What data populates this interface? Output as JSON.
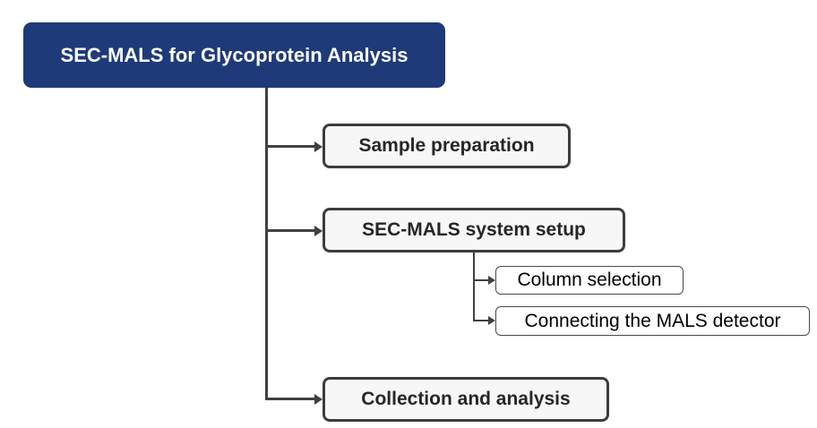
{
  "mindmap": {
    "root": {
      "label": "SEC-MALS for Glycoprotein Analysis",
      "children": [
        {
          "label": "Sample preparation",
          "children": []
        },
        {
          "label": "SEC-MALS system setup",
          "children": [
            {
              "label": "Column selection"
            },
            {
              "label": "Connecting the MALS detector"
            }
          ]
        },
        {
          "label": "Collection and analysis",
          "children": []
        }
      ]
    },
    "colors": {
      "background": "#ffffff",
      "root_fill": "#1e3a78",
      "root_text": "#ffffff",
      "branch_node_fill": "#f7f7f7",
      "branch_node_border": "#3d3d3d",
      "branch_node_text": "#262626",
      "leaf_node_fill": "#ffffff",
      "leaf_node_border": "#4a4a4a",
      "leaf_node_text": "#000000",
      "connector": "#404040"
    }
  }
}
